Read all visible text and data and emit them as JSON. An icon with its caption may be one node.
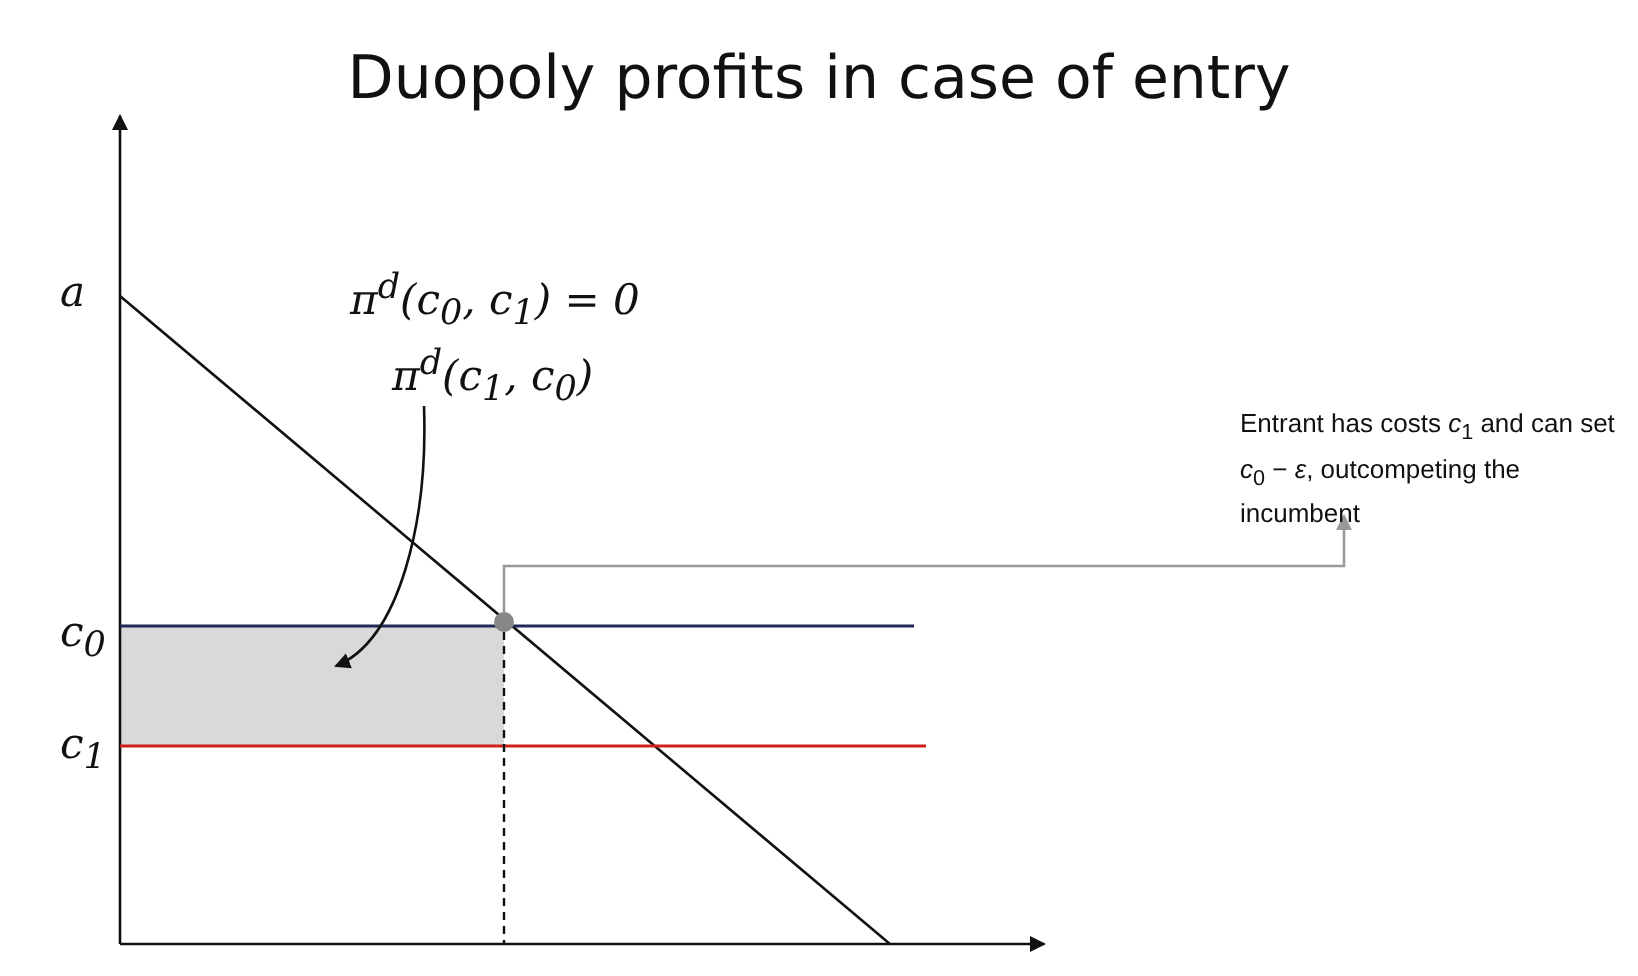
{
  "diagram": {
    "title": "Duopoly profits in case of entry",
    "nodes": [
      {
        "text": [
          "π$^{d}$(c$_{1}$, c$_{0}$)"
        ]
      },
      {
        "text": [],
        "shape": "box"
      },
      {
        "text": [],
        "shape": "circle"
      },
      {
        "text": [
          "Entrant has costs *c*$_{1}$ and can set *c*$_{0}$ − *ε*, outcompeting the incumbent"
        ]
      }
    ],
    "edges": [
      {
        "from": 0,
        "to": 1,
        "arrow": "to"
      },
      {
        "from": 2,
        "to": 3,
        "arrow": "to",
        "color": "#999999"
      }
    ],
    "labels": [
      "a",
      "π$^{d}$(c$_{0}$, c$_{1}$) = 0",
      "c$_{0}$",
      "c$_{1}$"
    ]
  }
}
